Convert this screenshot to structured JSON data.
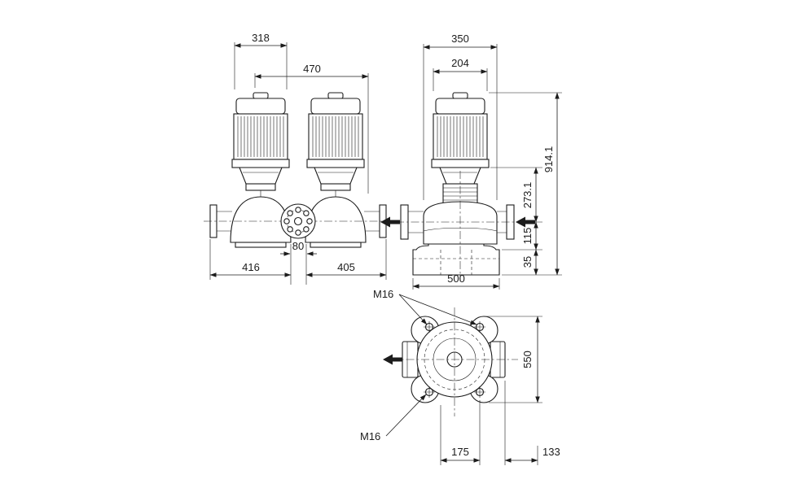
{
  "colors": {
    "line": "#1c1c1c",
    "background": "#ffffff"
  },
  "front_view": {
    "dim_motor_width": "318",
    "dim_center_width": "470",
    "dim_port_gap": "80",
    "dim_left_length": "416",
    "dim_right_length": "405"
  },
  "side_view": {
    "dim_casing_width": "350",
    "dim_motor_depth": "204",
    "dim_total_height": "914.1",
    "dim_motor_to_port": "273.1",
    "dim_port_to_base": "115",
    "dim_base_height": "35",
    "dim_base_width": "500"
  },
  "plan_view": {
    "bolt_label_top": "M16",
    "bolt_label_bottom": "M16",
    "dim_overall_length": "550",
    "dim_center_to_bolt": "175",
    "dim_bolt_to_edge": "133"
  }
}
